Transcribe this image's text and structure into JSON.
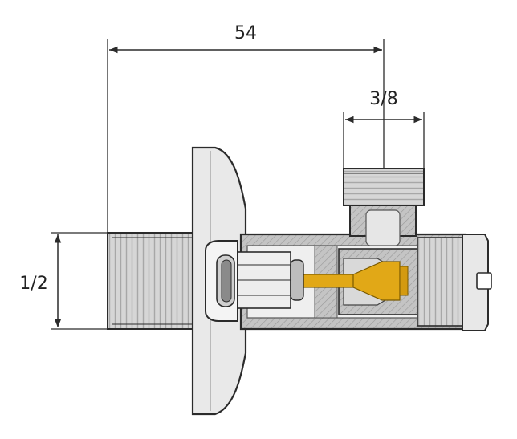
{
  "dimensions": {
    "overall_length": "54",
    "outlet_thread": "3/8",
    "inlet_thread": "1/2"
  },
  "colors": {
    "outline": "#2b2b2b",
    "body_gray": "#b9b9b9",
    "thread_gray": "#d2d2d2",
    "light_gray": "#e6e6e6",
    "spindle_gold": "#e1a817",
    "background": "#ffffff"
  }
}
